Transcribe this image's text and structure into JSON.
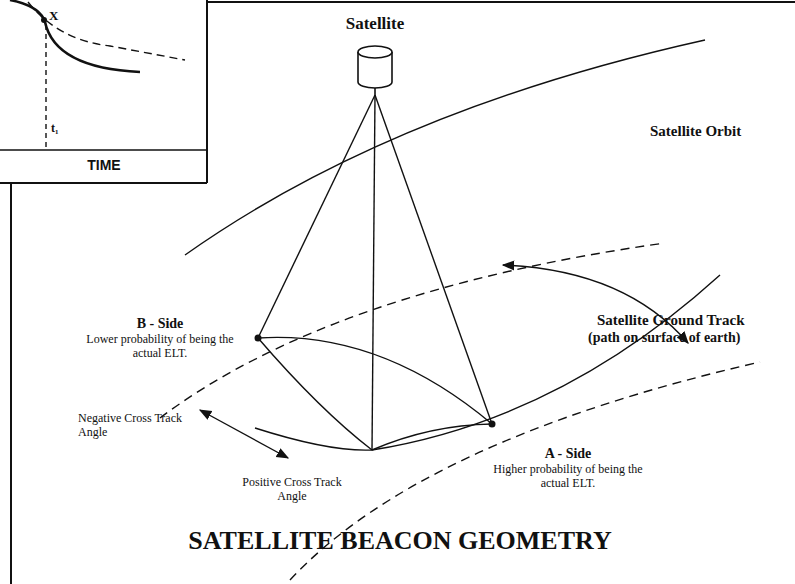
{
  "diagram": {
    "title": "SATELLITE BEACON GEOMETRY",
    "labels": [
      "Satellite",
      "Satellite Orbit",
      "Satellite Ground Track",
      "(path on surface of earth)",
      "B - Side",
      "Lower probability of being the actual ELT.",
      "A - Side",
      "Higher probability of being the actual ELT.",
      "Negative Cross Track Angle",
      "Positive Cross Track Angle",
      "X",
      "t₁",
      "TIME"
    ]
  }
}
